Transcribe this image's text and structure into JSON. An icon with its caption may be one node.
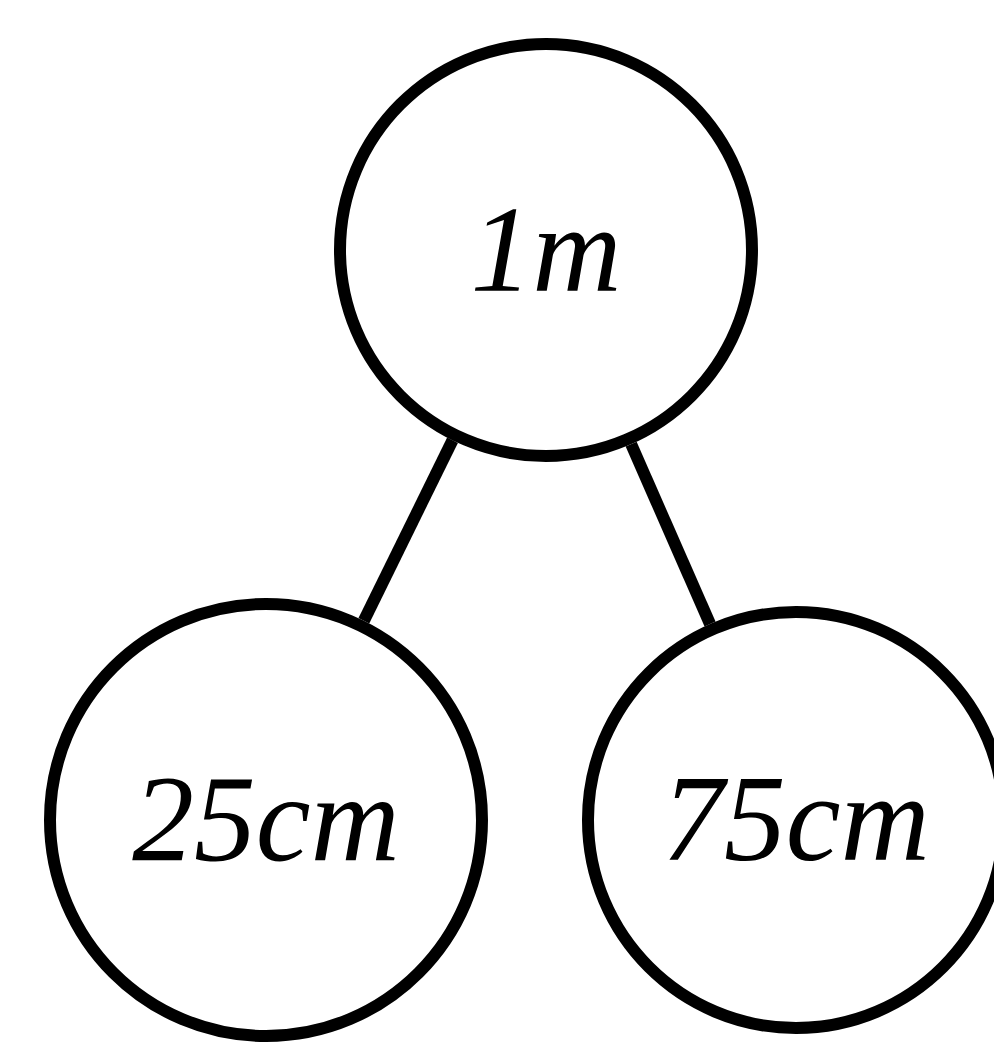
{
  "diagram": {
    "nodes": [
      {
        "text": [
          "1m"
        ]
      },
      {
        "text": [
          "25cm"
        ]
      },
      {
        "text": [
          "75cm"
        ]
      }
    ],
    "edges": [
      {
        "from": 0,
        "to": 1,
        "arrow": "none"
      },
      {
        "from": 0,
        "to": 2,
        "arrow": "none"
      }
    ]
  }
}
